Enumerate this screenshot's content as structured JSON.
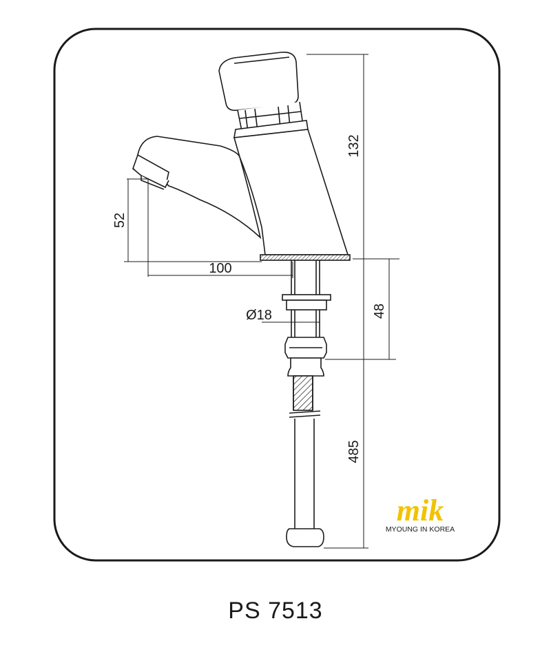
{
  "drawing": {
    "dimensions": {
      "height_total": "132",
      "spout_height": "52",
      "spout_reach": "100",
      "shank_diameter": "Ø18",
      "shank_length": "48",
      "hose_length": "485"
    },
    "logo": {
      "mark": "mik",
      "text": "MYOUNG IN KOREA",
      "color": "#f2c200"
    }
  },
  "caption": "PS 7513"
}
